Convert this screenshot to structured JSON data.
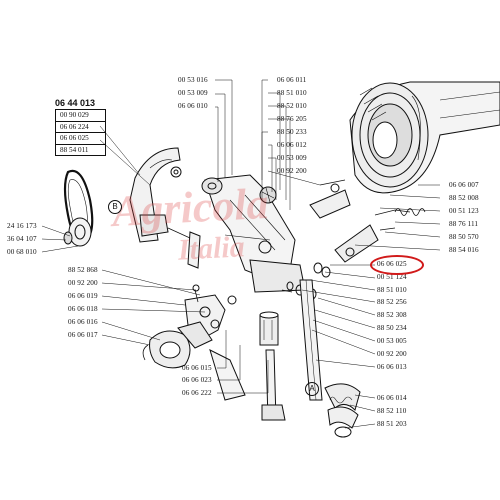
{
  "colors": {
    "line": "#111111",
    "highlight": "#d11a1a",
    "watermark": "#e05555"
  },
  "kit_box": {
    "title": "06 44 013",
    "items": [
      "00 90 029",
      "06 06 224",
      "06 06 025",
      "88 54 011"
    ]
  },
  "callouts": {
    "letter_b": "B",
    "letter_a": "A"
  },
  "watermark": {
    "line1": "Agricola",
    "line2": "Italia"
  },
  "labels_top": [
    "00 53 016",
    "00 53 009",
    "06 06 010"
  ],
  "labels_top_center": [
    "06 06 011",
    "88 51 010",
    "88 52 010",
    "88 76 205",
    "88 50 233",
    "06 06 012",
    "00 53 009",
    "00 92 200"
  ],
  "labels_left": [
    "24 16 173",
    "36 04 107",
    "00 68 010"
  ],
  "labels_left_bottom": [
    "88 52 868",
    "00 92 200",
    "06 06 019",
    "06 06 018",
    "06 06 016",
    "06 06 017"
  ],
  "labels_bottom_center": [
    "06 06 015",
    "06 06 023",
    "06 06 222"
  ],
  "labels_right_top": [
    "06 06 007",
    "88 52 008",
    "00 51 123",
    "88 76 111",
    "88 50 570",
    "88 54 016"
  ],
  "labels_right_mid": [
    "06 06 025",
    "00 51 124",
    "88 51 010",
    "88 52 256",
    "88 52 308",
    "88 50 234",
    "00 53 005",
    "00 92 200",
    "06 06 013"
  ],
  "labels_right_bottom": [
    "06 06 014",
    "88 52 110",
    "88 51 203"
  ],
  "highlighted_part": "06 06 025"
}
